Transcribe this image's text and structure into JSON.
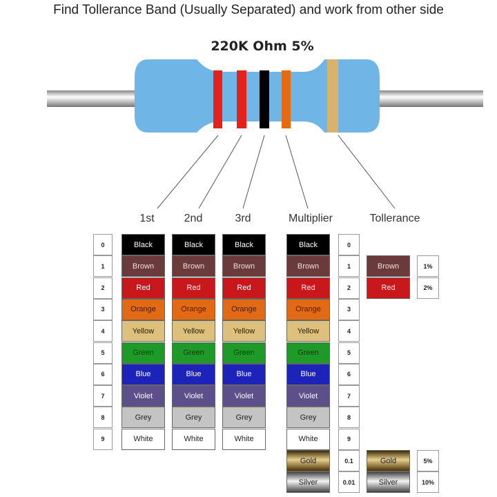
{
  "title": "Find Tollerance Band (Usually Separated) and work from other side",
  "resistor": {
    "label": "220K Ohm 5%",
    "body_color": "#6fb5e6",
    "bands": [
      "#e3221b",
      "#e3221b",
      "#000000",
      "#e66a12",
      "#d9b36e"
    ]
  },
  "columns": {
    "first": "1st",
    "second": "2nd",
    "third": "3rd",
    "multiplier": "Multiplier",
    "tolerance": "Tollerance"
  },
  "colors": [
    {
      "name": "Black",
      "digit": "0",
      "bg": "#000000",
      "fg": "#ffffff"
    },
    {
      "name": "Brown",
      "digit": "1",
      "bg": "#6b3a3a",
      "fg": "#f0e0e0"
    },
    {
      "name": "Red",
      "digit": "2",
      "bg": "#c8181c",
      "fg": "#ffffff"
    },
    {
      "name": "Orange",
      "digit": "3",
      "bg": "#e26a14",
      "fg": "#4a1a00"
    },
    {
      "name": "Yellow",
      "digit": "4",
      "bg": "#dcc07c",
      "fg": "#2a2000"
    },
    {
      "name": "Green",
      "digit": "5",
      "bg": "#1e9a28",
      "fg": "#0a3a0a"
    },
    {
      "name": "Blue",
      "digit": "6",
      "bg": "#1d22b8",
      "fg": "#ffffff"
    },
    {
      "name": "Violet",
      "digit": "7",
      "bg": "#5c4f8a",
      "fg": "#ffffff"
    },
    {
      "name": "Grey",
      "digit": "8",
      "bg": "#c4c4c4",
      "fg": "#222222"
    },
    {
      "name": "White",
      "digit": "9",
      "bg": "#ffffff",
      "fg": "#222222"
    }
  ],
  "multiplier_extra": [
    {
      "name": "Gold",
      "value": "0.1"
    },
    {
      "name": "Silver",
      "value": "0.01"
    }
  ],
  "tolerance": [
    {
      "name": "Brown",
      "value": "1%",
      "bg": "#6b3a3a",
      "fg": "#f0e0e0"
    },
    {
      "name": "Red",
      "value": "2%",
      "bg": "#c8181c",
      "fg": "#ffffff"
    },
    {
      "name": "Gold",
      "value": "5%"
    },
    {
      "name": "Silver",
      "value": "10%"
    }
  ]
}
